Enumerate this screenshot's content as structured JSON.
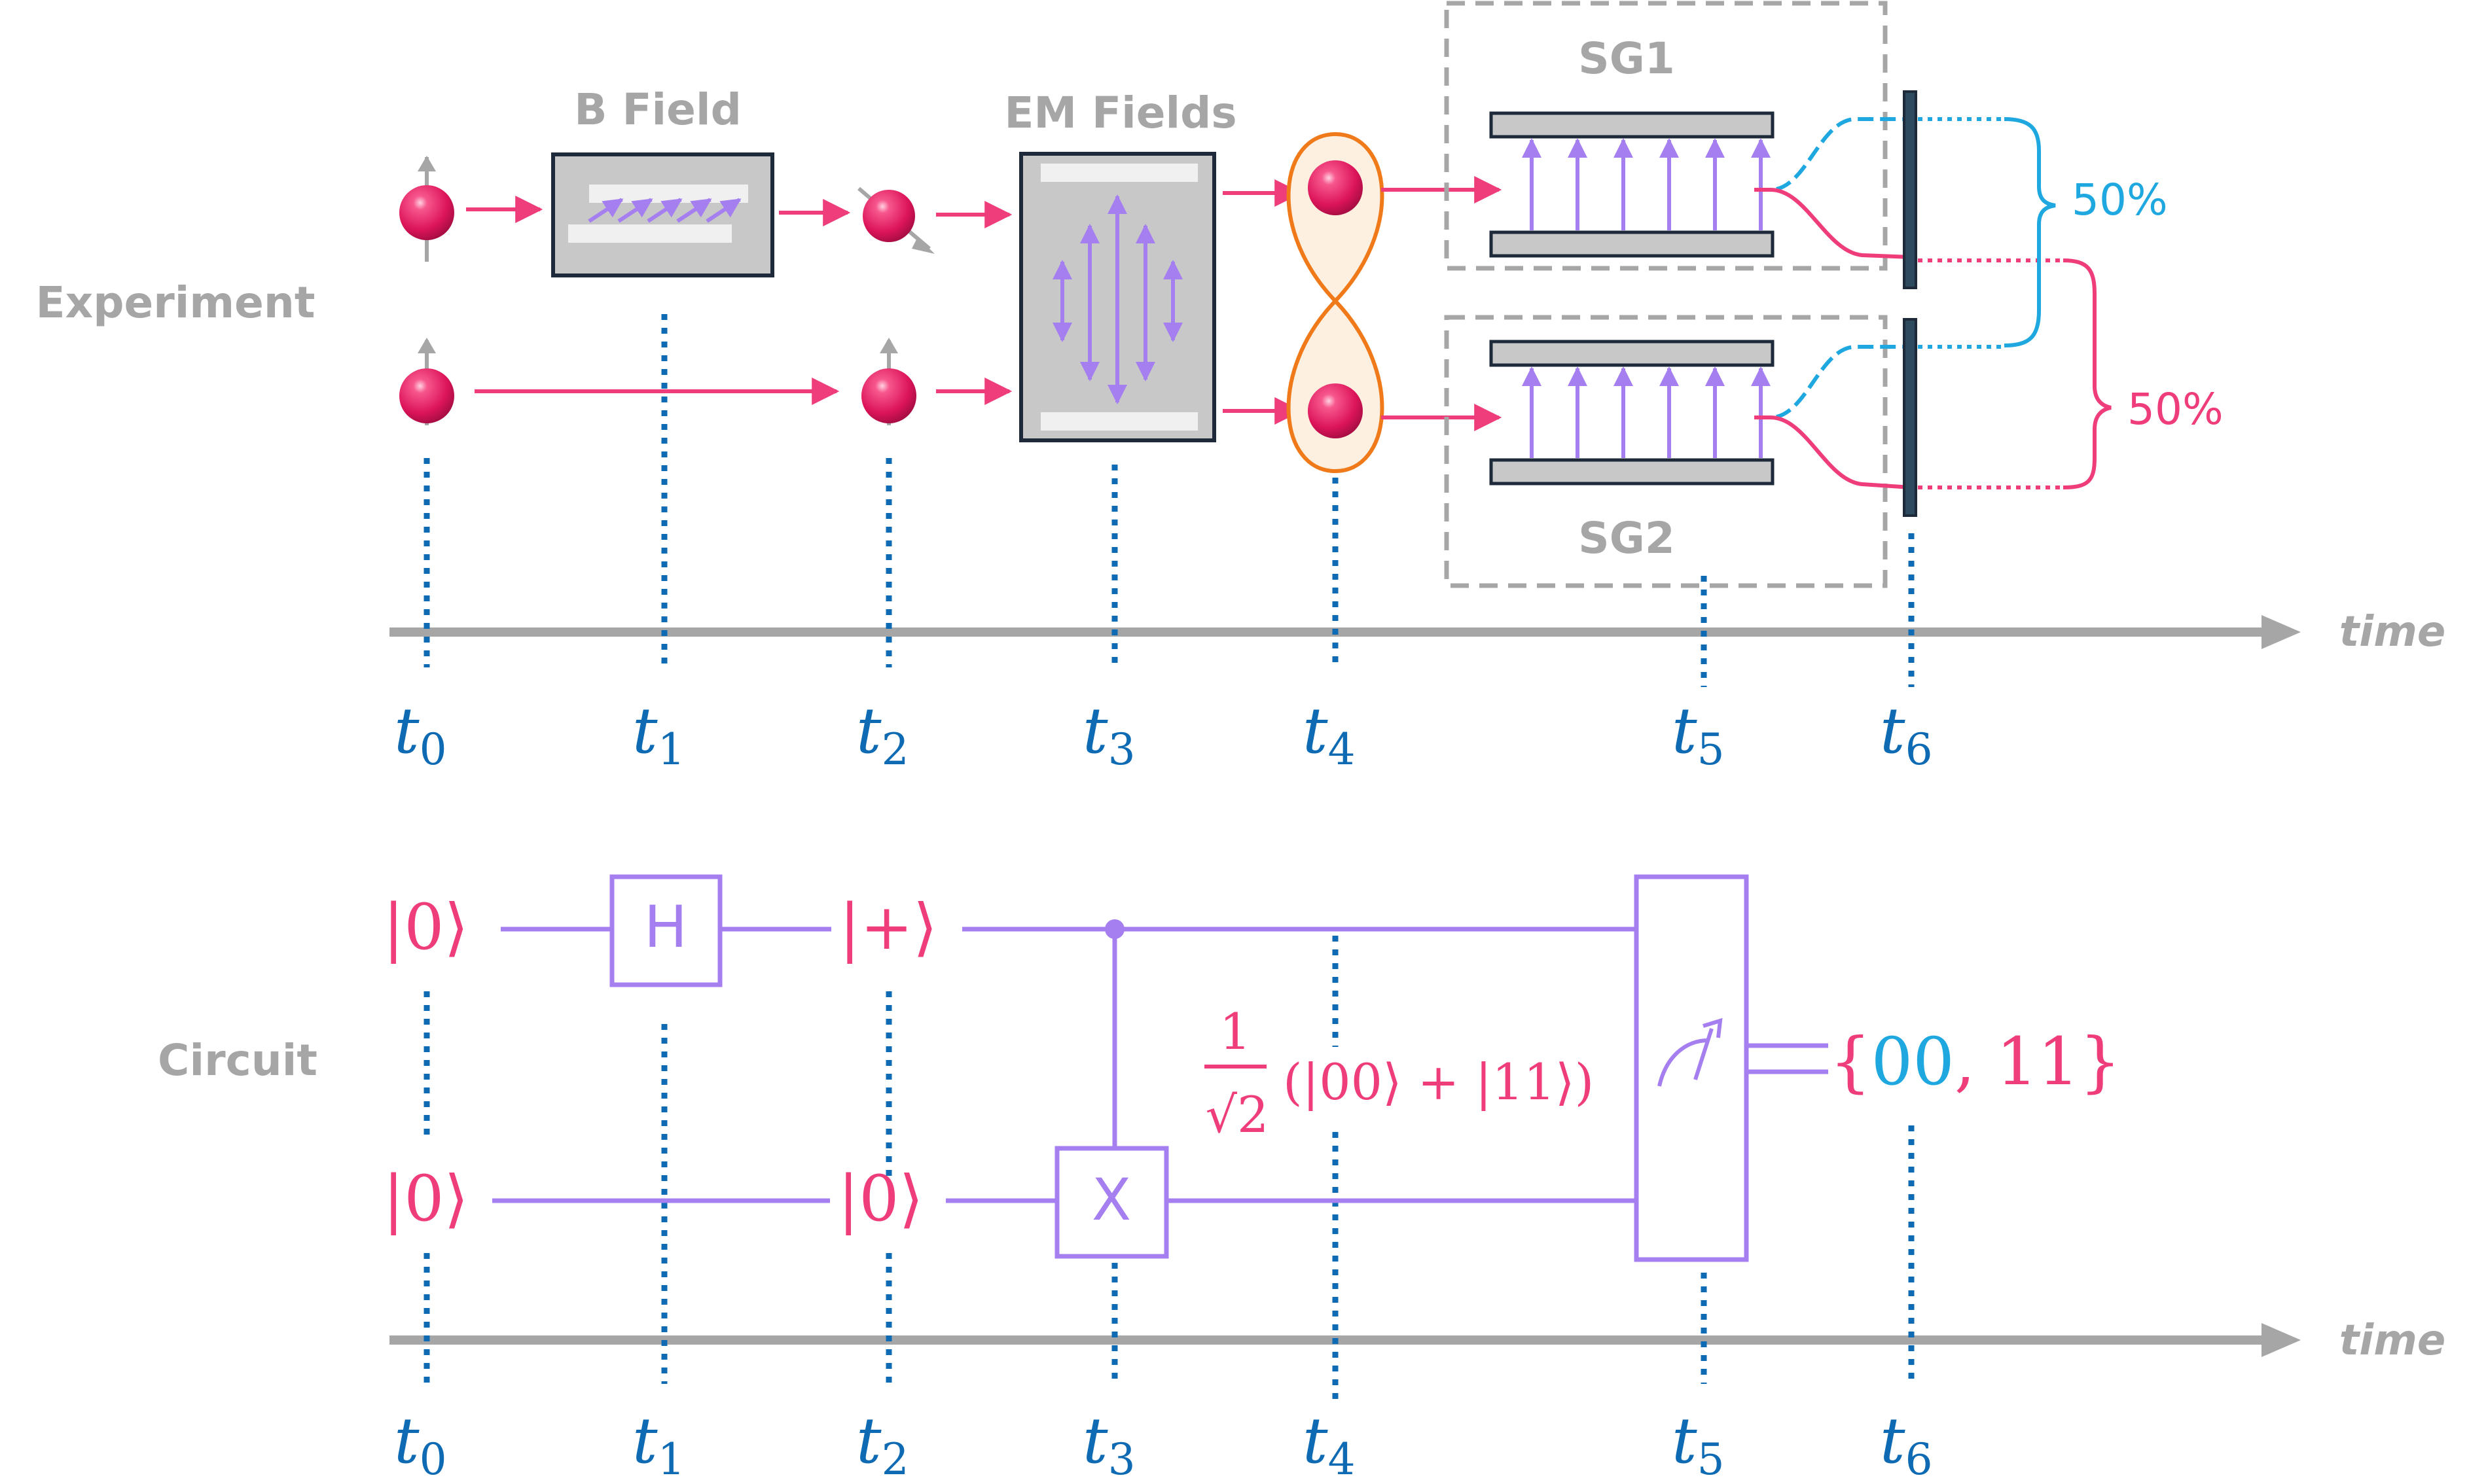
{
  "experiment": {
    "row_label": "Experiment",
    "b_field_label": "B Field",
    "em_fields_label": "EM Fields",
    "sg1_label": "SG1",
    "sg2_label": "SG2",
    "upper_pct": "50%",
    "lower_pct": "50%",
    "axis_label": "time"
  },
  "circuit": {
    "row_label": "Circuit",
    "q0_input": "|0⟩",
    "q1_input": "|0⟩",
    "q0_mid": "|+⟩",
    "q1_mid": "|0⟩",
    "h_gate": "H",
    "x_gate": "X",
    "bell_numerator": "1",
    "bell_denominator": "√2",
    "bell_state": "(|00⟩ + |11⟩)",
    "result_open": "{",
    "result_00": "00",
    "result_comma": ",",
    "result_11": " 11",
    "result_close": "}",
    "axis_label": "time"
  },
  "time_steps": [
    {
      "t": "t",
      "sub": "0"
    },
    {
      "t": "t",
      "sub": "1"
    },
    {
      "t": "t",
      "sub": "2"
    },
    {
      "t": "t",
      "sub": "3"
    },
    {
      "t": "t",
      "sub": "4"
    },
    {
      "t": "t",
      "sub": "5"
    },
    {
      "t": "t",
      "sub": "6"
    }
  ],
  "colors": {
    "pink": "#ee3d7a",
    "cyan": "#1fa8e0",
    "purple": "#a57ff0",
    "gray_label": "#a6a6a6",
    "axis_gray": "#a6a6a6",
    "time_blue": "#0e6bb3",
    "box_fill": "#c8c8c8",
    "box_stroke": "#1e2a3a",
    "orange": "#f07a1a"
  }
}
